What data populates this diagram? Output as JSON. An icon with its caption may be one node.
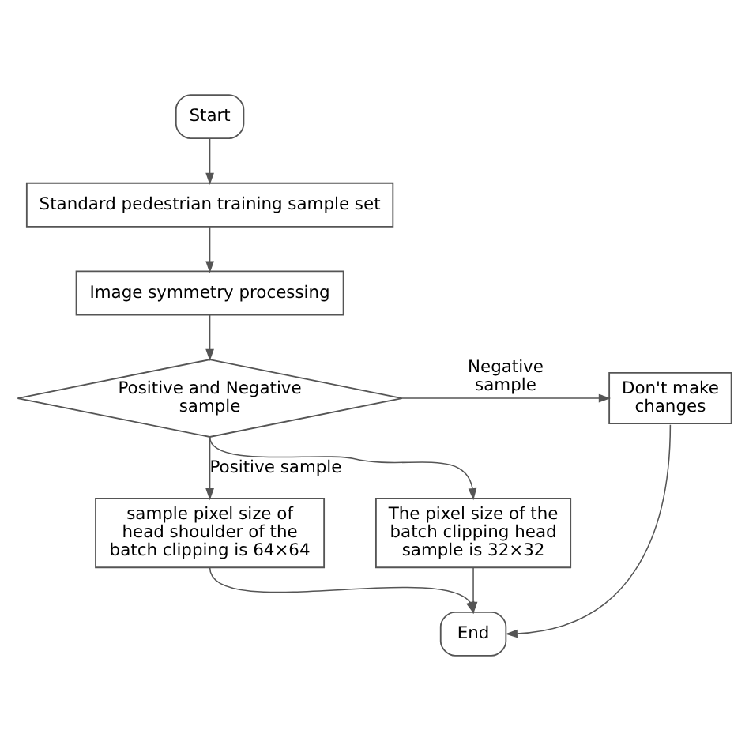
{
  "diagram": {
    "nodes": [
      {
        "text": [
          "Start"
        ]
      },
      {
        "text": [
          "Standard pedestrian training sample set"
        ]
      },
      {
        "text": [
          "Image symmetry processing"
        ]
      },
      {
        "text": [
          "Positive and Negative sample"
        ]
      },
      {
        "text": [
          "Don't make changes"
        ]
      },
      {
        "text": [
          "sample pixel size of head shoulder of the batch clipping is 64×64"
        ]
      },
      {
        "text": [
          "The pixel size of the batch clipping head sample is 32×32"
        ]
      },
      {
        "text": [
          "End"
        ]
      }
    ],
    "edges": [
      {
        "from": 0,
        "to": 1,
        "arrow": "to"
      },
      {
        "from": 1,
        "to": 2,
        "arrow": "to"
      },
      {
        "from": 2,
        "to": 3,
        "arrow": "to"
      },
      {
        "from": 3,
        "to": 4,
        "arrow": "to",
        "label": "Negative sample"
      },
      {
        "from": 3,
        "to": 5,
        "arrow": "to",
        "label": "Positive sample"
      },
      {
        "from": 3,
        "to": 6,
        "arrow": "to"
      },
      {
        "from": 5,
        "to": 7,
        "arrow": "to"
      },
      {
        "from": 6,
        "to": 7,
        "arrow": "to"
      },
      {
        "from": 4,
        "to": 7,
        "arrow": "to"
      }
    ]
  }
}
